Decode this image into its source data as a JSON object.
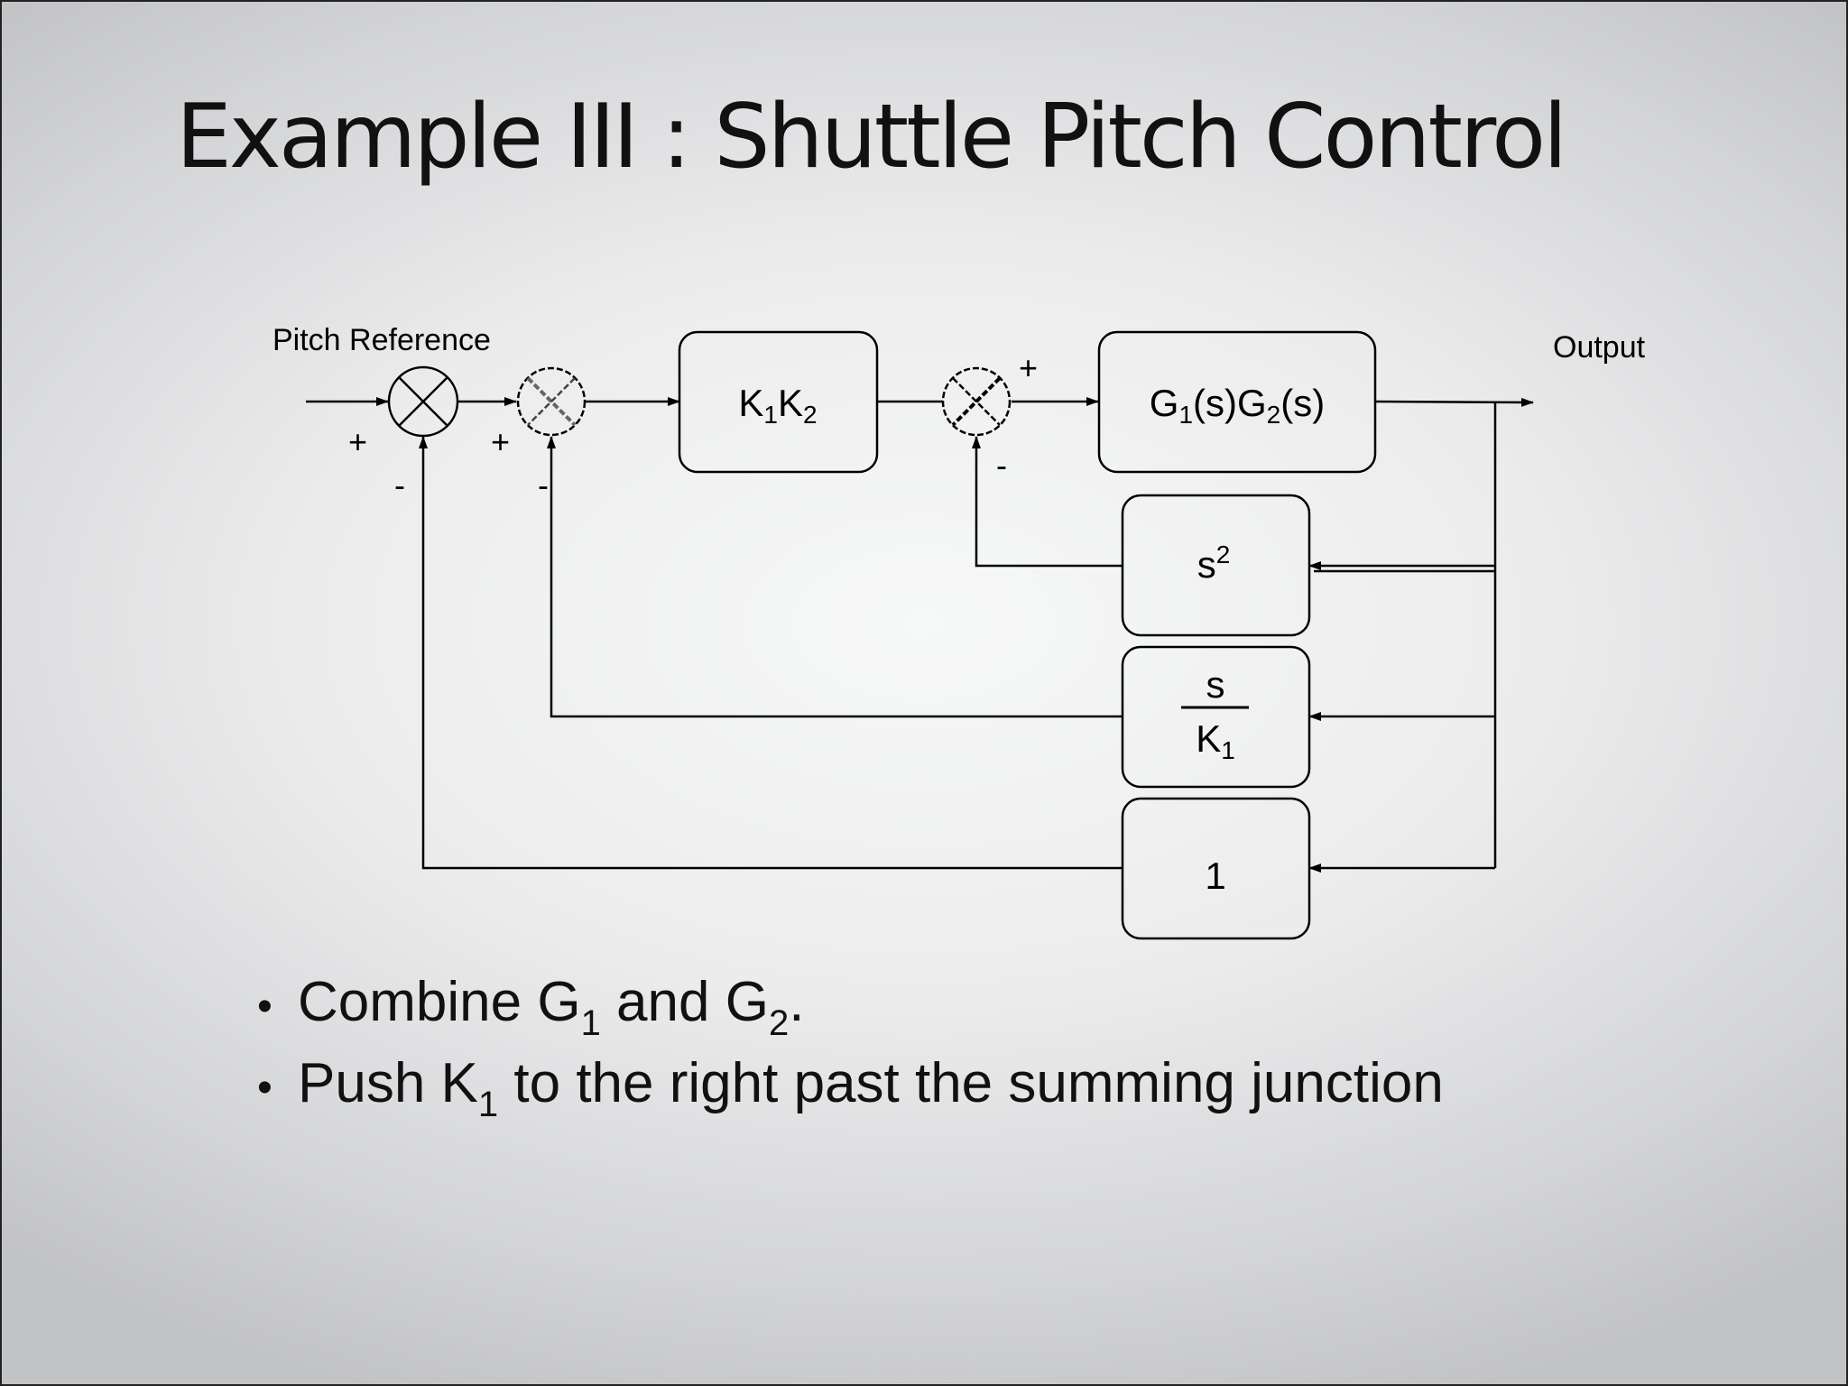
{
  "slide": {
    "title": "Example III : Shuttle Pitch Control"
  },
  "diagram": {
    "input_label": "Pitch Reference",
    "output_label": "Output",
    "blocks": {
      "k1k2": {
        "main1": "K",
        "sub1": "1",
        "main2": "K",
        "sub2": "2"
      },
      "g1g2": {
        "a": "G",
        "a_sub": "1",
        "b": "(s)G",
        "b_sub": "2",
        "c": "(s)"
      },
      "s2": {
        "base": "s",
        "sup": "2"
      },
      "s_over_k1": {
        "num": "s",
        "den": "K",
        "den_sub": "1"
      },
      "one": {
        "text": "1"
      }
    },
    "signs": {
      "sum1_plus": "+",
      "sum1_minus": "-",
      "sum2_plus": "+",
      "sum2_minus": "-",
      "sum3_plus": "+",
      "sum3_minus": "-"
    }
  },
  "bullets": [
    {
      "bullet": "•",
      "t1": "Combine G",
      "s1": "1",
      "t2": " and G",
      "s2": "2",
      "t3": "."
    },
    {
      "bullet": "•",
      "t1": "Push K",
      "s1": "1",
      "t2": " to the right past the summing junction"
    }
  ]
}
